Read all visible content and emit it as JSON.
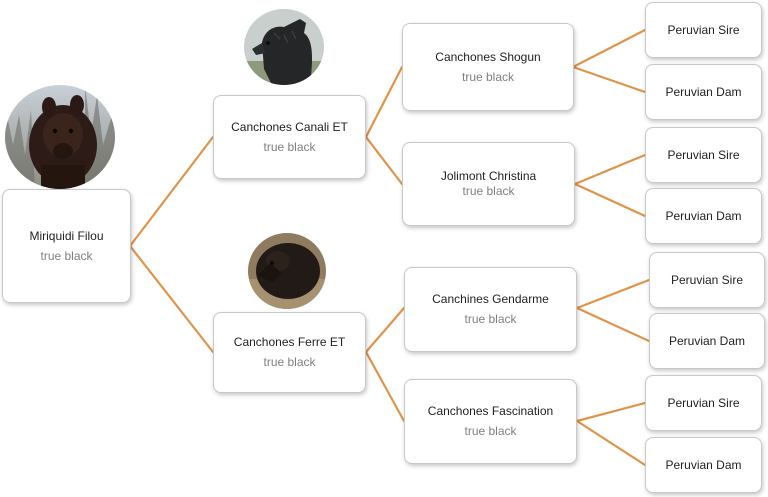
{
  "theme": {
    "connector_color": "#e0944a",
    "box_border": "#c8c8c8",
    "secondary_text": "#7f7f7f"
  },
  "pedigree": {
    "subject": {
      "name": "Miriquidi Filou",
      "color": "true black",
      "photo": "alpaca-portrait-icon"
    },
    "sire": {
      "name": "Canchones Canali ET",
      "color": "true black",
      "photo": "alpaca-portrait-icon"
    },
    "dam": {
      "name": "Canchones Ferre ET",
      "color": "true black",
      "photo": "alpaca-portrait-icon"
    },
    "sire_sire": {
      "name": "Canchones Shogun",
      "color": "true black"
    },
    "sire_dam": {
      "name": "Jolimont Christina",
      "color": "true black"
    },
    "dam_sire": {
      "name": "Canchines Gendarme",
      "color": "true black"
    },
    "dam_dam": {
      "name": "Canchones Fascination",
      "color": "true black"
    },
    "great_grandparents": [
      {
        "label": "Peruvian Sire"
      },
      {
        "label": "Peruvian Dam"
      },
      {
        "label": "Peruvian Sire"
      },
      {
        "label": "Peruvian Dam"
      },
      {
        "label": "Peruvian Sire"
      },
      {
        "label": "Peruvian Dam"
      },
      {
        "label": "Peruvian Sire"
      },
      {
        "label": "Peruvian Dam"
      }
    ]
  }
}
